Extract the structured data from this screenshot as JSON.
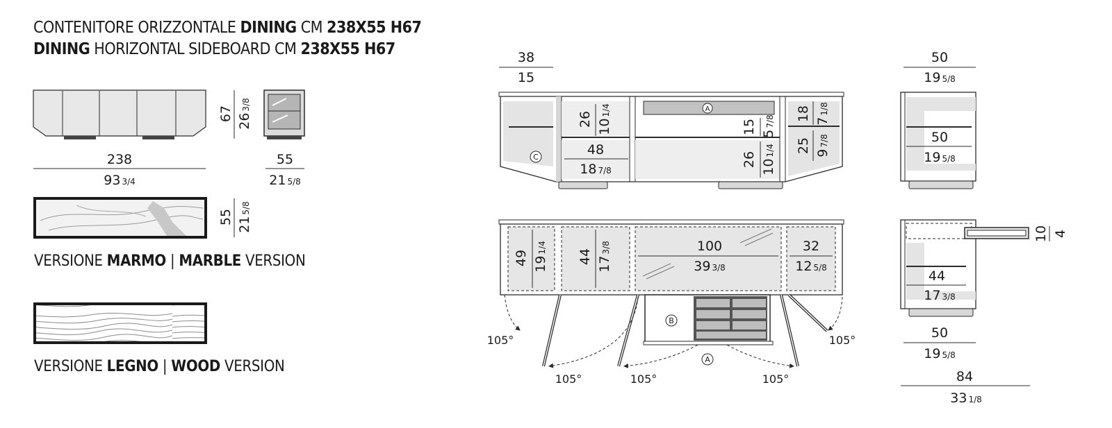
{
  "title": {
    "line1_a": "CONTENITORE ORIZZONTALE ",
    "line1_b": "DINING",
    "line1_c": " CM ",
    "line1_d": "238X55 H67",
    "line2_a": "DINING",
    "line2_b": " HORIZONTAL SIDEBOARD CM ",
    "line2_c": "238X55 H67"
  },
  "versions": {
    "marble_a": "VERSIONE ",
    "marble_b": "MARMO",
    "marble_c": " | ",
    "marble_d": "MARBLE",
    "marble_e": " VERSION",
    "wood_a": "VERSIONE ",
    "wood_b": "LEGNO",
    "wood_c": " | ",
    "wood_d": "WOOD",
    "wood_e": " VERSION"
  },
  "dims": {
    "width_cm": "238",
    "width_in": "93",
    "width_in_frac": "3/4",
    "height_cm": "67",
    "height_in": "26",
    "height_in_frac": "3/8",
    "depth_cm": "55",
    "depth_in": "21",
    "depth_in_frac": "5/8",
    "top_depth_cm": "55",
    "top_depth_in": "21",
    "top_depth_in_frac": "5/8",
    "base_cm": "38",
    "base_in": "15",
    "shelf_h1_cm": "26",
    "shelf_h1_in": "10",
    "shelf_h1_frac": "1/4",
    "shelf_w1_cm": "48",
    "shelf_w1_in": "18",
    "shelf_w1_frac": "7/8",
    "drawer_h_cm": "15",
    "drawer_h_in": "5",
    "drawer_h_frac": "7/8",
    "shelf_h2_cm": "26",
    "shelf_h2_in": "10",
    "shelf_h2_frac": "1/4",
    "right_h1_cm": "18",
    "right_h1_in": "7",
    "right_h1_frac": "1/8",
    "right_h2_cm": "25",
    "right_h2_in": "9",
    "right_h2_frac": "7/8",
    "side_top_cm": "50",
    "side_top_in": "19",
    "side_top_frac": "5/8",
    "side_inner_cm": "50",
    "side_inner_in": "19",
    "side_inner_frac": "5/8",
    "plan_a_cm": "49",
    "plan_a_in": "19",
    "plan_a_frac": "1/4",
    "plan_b_cm": "44",
    "plan_b_in": "17",
    "plan_b_frac": "3/8",
    "plan_c_cm": "100",
    "plan_c_in": "39",
    "plan_c_frac": "3/8",
    "plan_d_cm": "32",
    "plan_d_in": "12",
    "plan_d_frac": "5/8",
    "side_plan_cm": "44",
    "side_plan_in": "17",
    "side_plan_frac": "3/8",
    "side_bottom_cm": "50",
    "side_bottom_in": "19",
    "side_bottom_frac": "5/8",
    "total_depth_cm": "84",
    "total_depth_in": "33",
    "total_depth_frac": "1/8",
    "drawer_ext_cm": "10",
    "drawer_ext_in": "4"
  },
  "angles": {
    "a1": "105°",
    "a2": "105°",
    "a3": "105°",
    "a4": "105°",
    "a5": "105°"
  },
  "markers": {
    "a": "A",
    "b": "B",
    "c": "C",
    "a2": "A"
  },
  "colors": {
    "line": "#2a2a2a",
    "fill_light": "#e6e6e6",
    "fill_mid": "#bdbdbd",
    "fill_dark": "#555555"
  }
}
